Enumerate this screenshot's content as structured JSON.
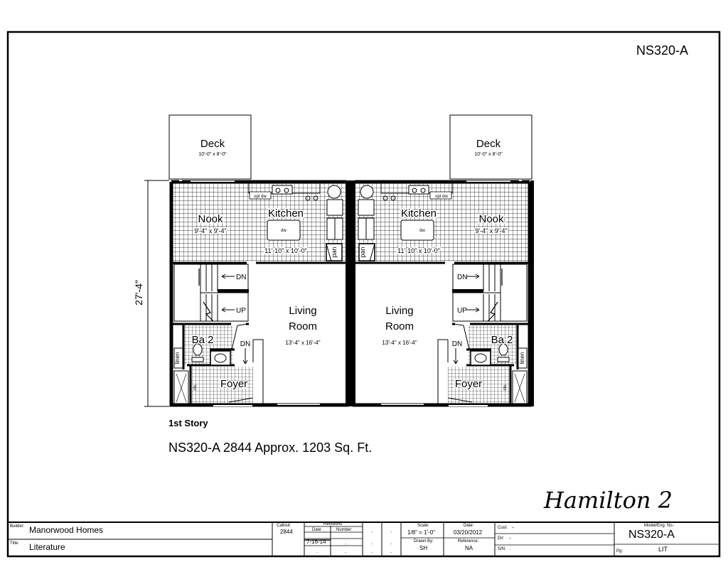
{
  "sheet": {
    "model_code": "NS320-A",
    "story_label": "1st Story",
    "plan_caption": "NS320-A 2844 Approx. 1203 Sq. Ft.",
    "plan_name": "Hamilton 2",
    "overall_dimension": "27'-4\""
  },
  "rooms": {
    "left": {
      "deck": "Deck",
      "deck_size": "10'-0\" x 8'-0\"",
      "nook": "Nook",
      "nook_size": "9'-4\" x 9'-4\"",
      "kitchen": "Kitchen",
      "kitchen_size": "11'-10\" x 10'-0\"",
      "living_1": "Living",
      "living_2": "Room",
      "living_size": "13'-4\" x 16'-4\"",
      "bath": "Ba 2",
      "foyer": "Foyer",
      "stair_dn": "DN",
      "stair_up": "UP",
      "foyer_dn": "DN",
      "opt_dw": "opt dw",
      "dw": "dw",
      "pan": "pan",
      "linen": "linen",
      "closet": "clo."
    },
    "right": {
      "deck": "Deck",
      "deck_size": "10'-0\" x 8'-0\"",
      "nook": "Nook",
      "nook_size": "9'-4\" x 9'-4\"",
      "kitchen": "Kitchen",
      "kitchen_size": "11'-10\" x 10'-0\"",
      "living_1": "Living",
      "living_2": "Room",
      "living_size": "13'-4\" x 16'-4\"",
      "bath": "Ba 2",
      "foyer": "Foyer",
      "stair_dn": "DN",
      "stair_up": "UP",
      "foyer_dn": "DN",
      "opt_dw": "opt dw",
      "dw": "dw",
      "pan": "pan",
      "linen": "linen",
      "closet": "clo."
    }
  },
  "title_block": {
    "builder_label": "Builder:",
    "builder": "Manorwood Homes",
    "title_label": "Title:",
    "title": "Literature",
    "callout_label": "Callout:",
    "callout": "2844",
    "revisions_label": "Revisions",
    "rev_date_label": "Date",
    "rev_number_label": "Number",
    "rev_date_1": "7-16-14",
    "dot": ".",
    "scale_label": "Scale:",
    "scale": "1/8\" = 1'-0\"",
    "date_label": "Date:",
    "date": "03/20/2012",
    "drawn_label": "Drawn By:",
    "drawn_by": "SH",
    "reference_label": "Reference:",
    "reference": "NA",
    "cust_label": "Cust:",
    "cust": "-",
    "dir_label": "Dir:",
    "dir": "-",
    "sn_label": "S/N:",
    "sn": ".",
    "model_label": "Model/Eng. No.:",
    "model": "NS320-A",
    "pg_label": "Pg:",
    "pg": "LIT"
  }
}
